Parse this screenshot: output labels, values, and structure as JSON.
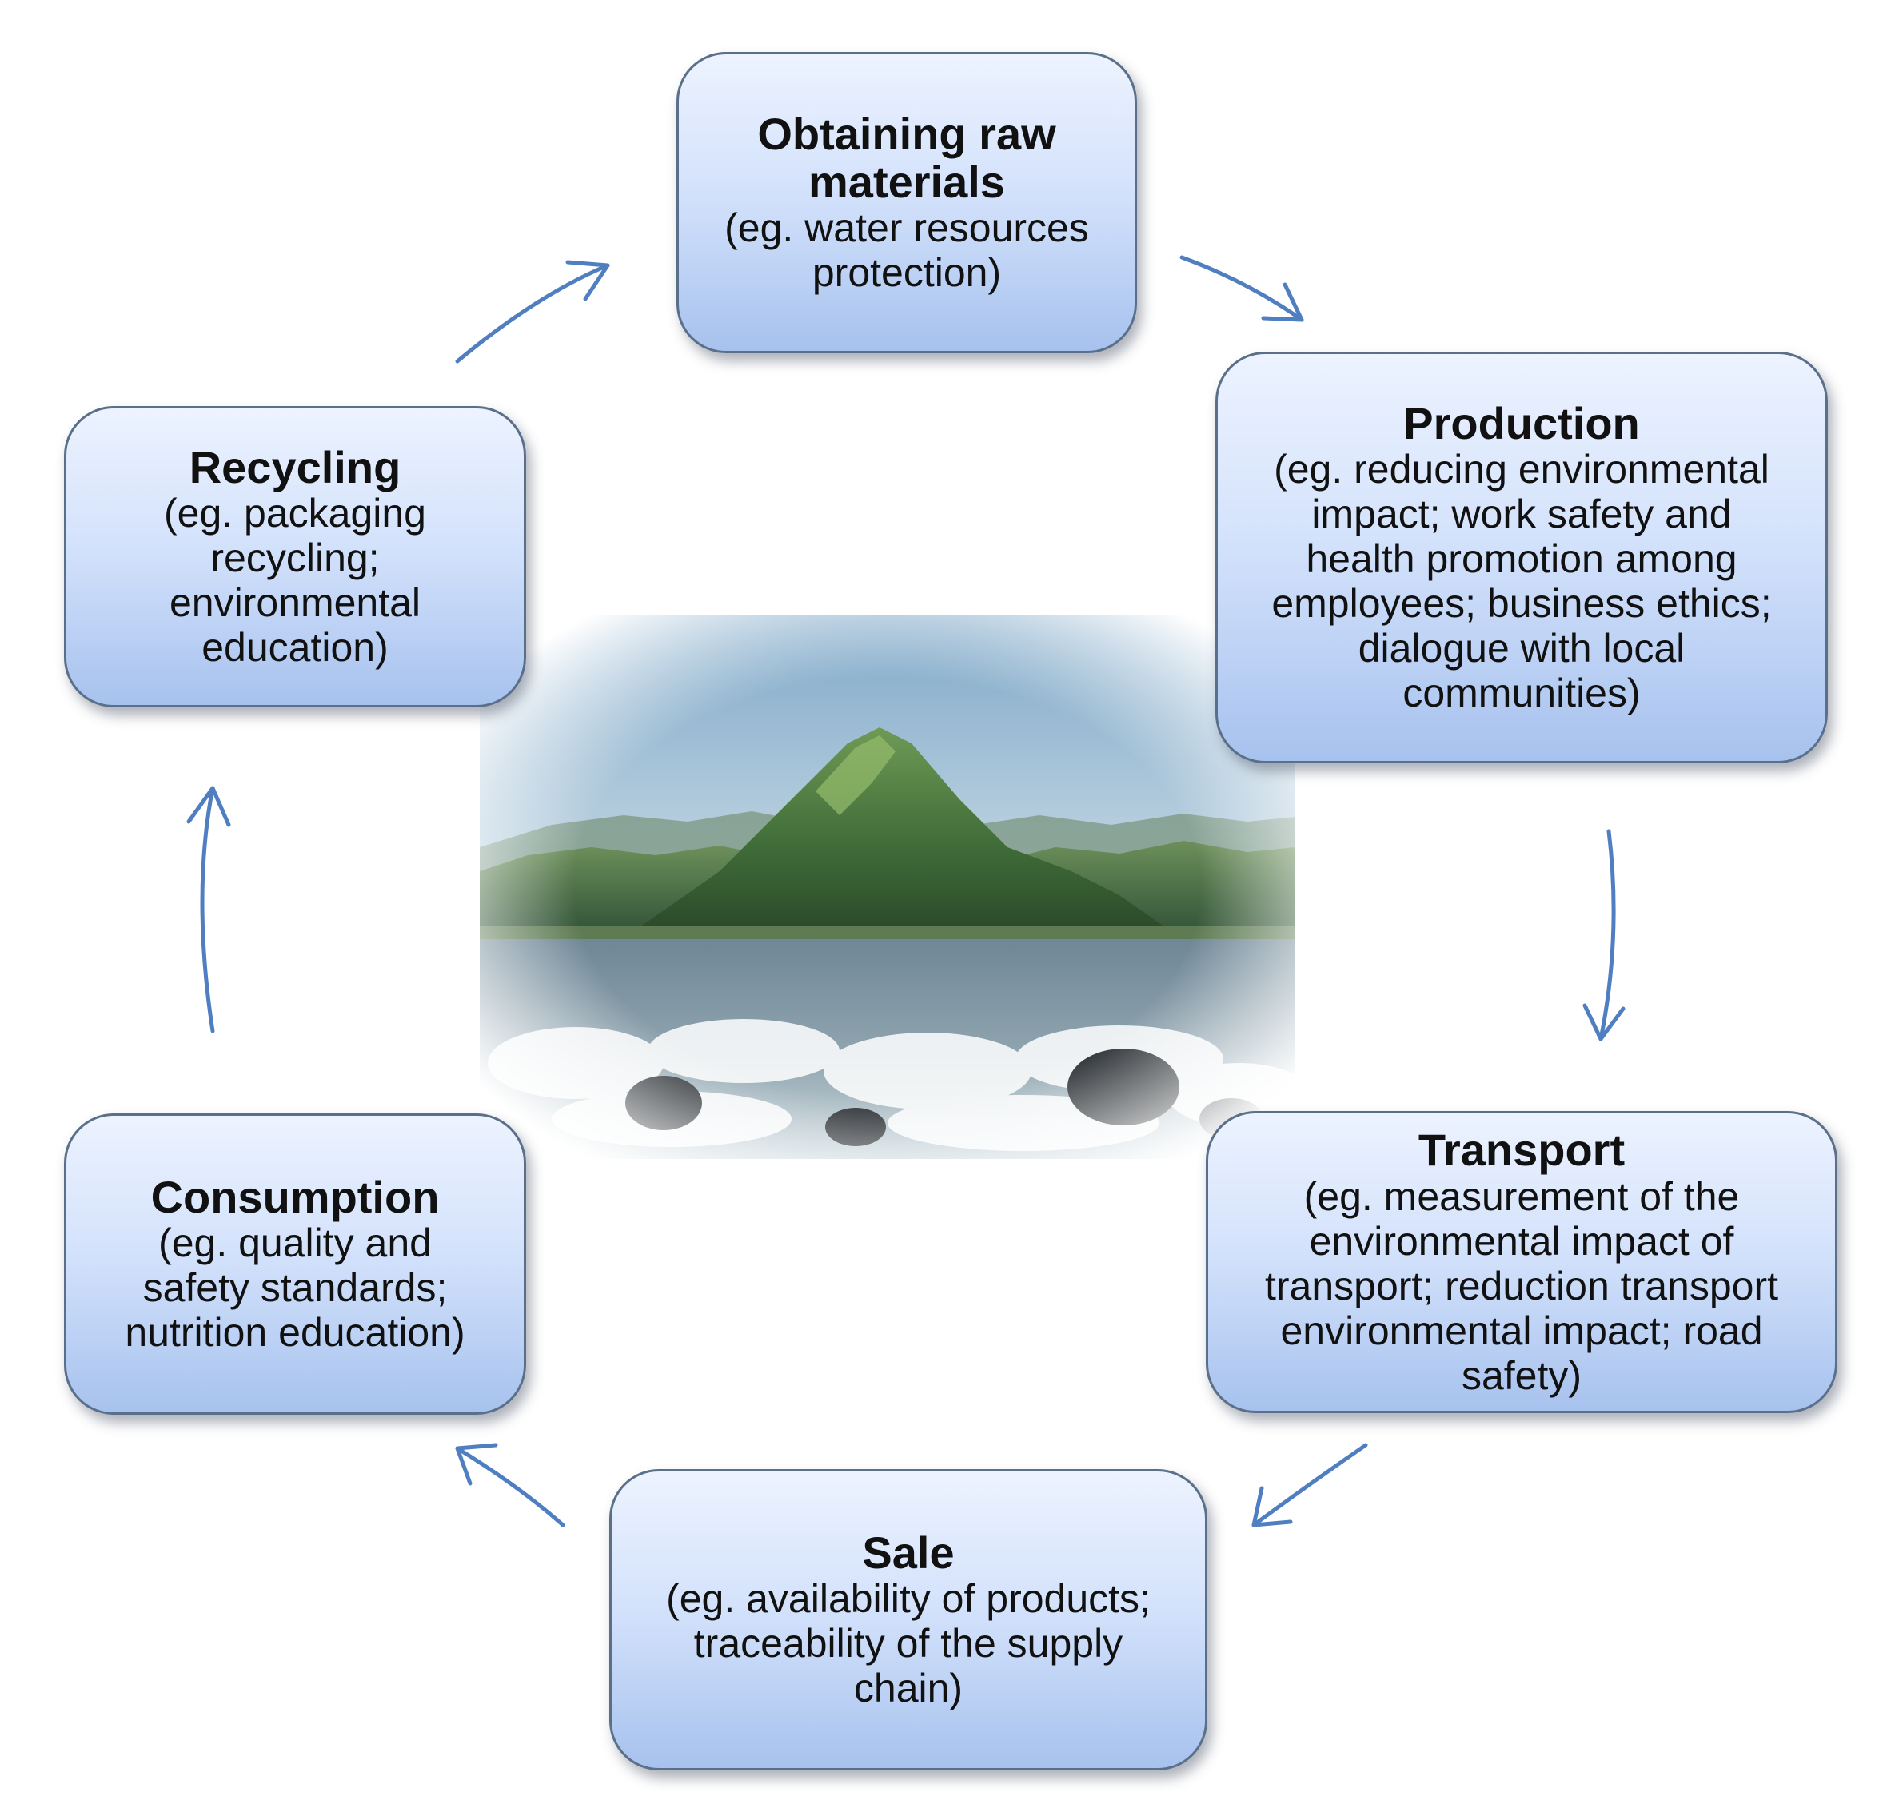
{
  "stages": {
    "raw": {
      "title": "Obtaining raw\nmaterials",
      "desc": "(eg. water resources\nprotection)"
    },
    "production": {
      "title": "Production",
      "desc": "(eg. reducing environmental\nimpact; work safety and\nhealth promotion among\nemployees; business ethics;\ndialogue with local\ncommunities)"
    },
    "transport": {
      "title": "Transport",
      "desc": "(eg. measurement of the\nenvironmental impact of\ntransport; reduction transport\nenvironmental impact; road\nsafety)"
    },
    "sale": {
      "title": "Sale",
      "desc": "(eg. availability of products;\ntraceability of the supply\nchain)"
    },
    "consumption": {
      "title": "Consumption",
      "desc": "(eg. quality and\nsafety standards;\nnutrition education)"
    },
    "recycling": {
      "title": "Recycling",
      "desc": "(eg. packaging\nrecycling;\nenvironmental\neducation)"
    }
  },
  "colors": {
    "arrow": "#4f7fc0",
    "box_border": "#5a6f8a",
    "box_top": "#edf3ff",
    "box_bottom": "#a7c2ee"
  }
}
